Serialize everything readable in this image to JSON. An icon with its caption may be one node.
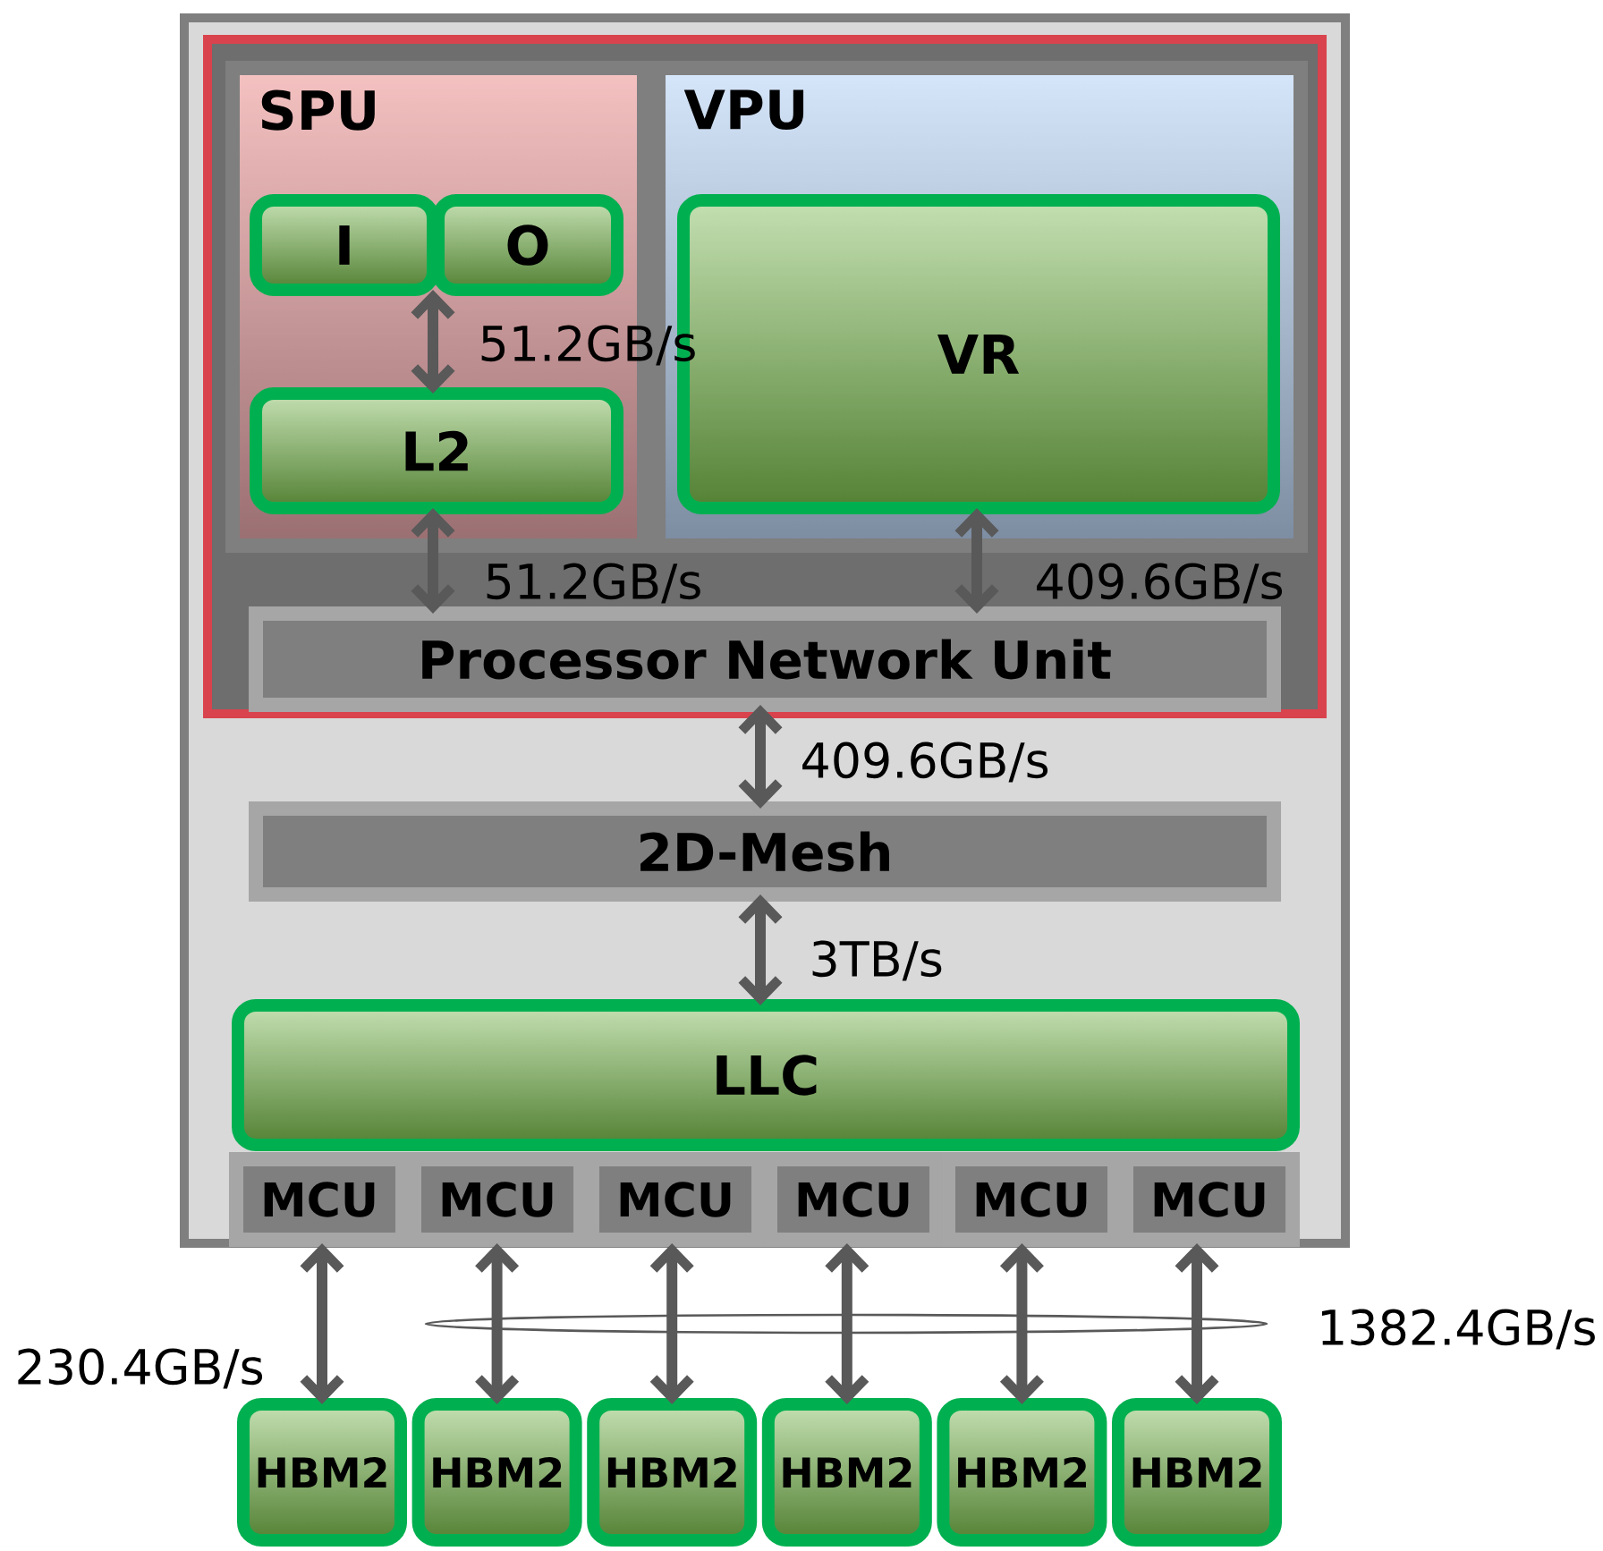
{
  "diagram": {
    "nodes": [
      {
        "text": [],
        "shape": "box"
      },
      {
        "text": [],
        "shape": "box",
        "in": 0
      },
      {
        "text": [
          "SPU"
        ],
        "in": 1
      },
      {
        "text": [
          "I"
        ],
        "in": 2
      },
      {
        "text": [
          "O"
        ],
        "in": 2
      },
      {
        "text": [
          "L2"
        ],
        "in": 2
      },
      {
        "text": [
          "VPU"
        ],
        "in": 1
      },
      {
        "text": [
          "VR"
        ],
        "in": 6
      },
      {
        "text": [
          "Processor Network Unit"
        ],
        "in": 1
      },
      {
        "text": [
          "2D-Mesh"
        ],
        "in": 0
      },
      {
        "text": [
          "LLC"
        ],
        "in": 0
      },
      {
        "text": [
          "MCU"
        ],
        "in": 0
      },
      {
        "text": [
          "MCU"
        ],
        "in": 0
      },
      {
        "text": [
          "MCU"
        ],
        "in": 0
      },
      {
        "text": [
          "MCU"
        ],
        "in": 0
      },
      {
        "text": [
          "MCU"
        ],
        "in": 0
      },
      {
        "text": [
          "MCU"
        ],
        "in": 0
      },
      {
        "text": [
          "HBM2"
        ]
      },
      {
        "text": [
          "HBM2"
        ]
      },
      {
        "text": [
          "HBM2"
        ]
      },
      {
        "text": [
          "HBM2"
        ]
      },
      {
        "text": [
          "HBM2"
        ]
      },
      {
        "text": [
          "HBM2"
        ]
      }
    ],
    "edges": [
      {
        "from": 3,
        "to": 5,
        "arrow": "both",
        "label": "51.2GB/s"
      },
      {
        "from": 5,
        "to": 8,
        "arrow": "both",
        "label": "51.2GB/s"
      },
      {
        "from": 7,
        "to": 8,
        "arrow": "both",
        "label": "409.6GB/s"
      },
      {
        "from": 8,
        "to": 9,
        "arrow": "both",
        "label": "409.6GB/s"
      },
      {
        "from": 9,
        "to": 10,
        "arrow": "both",
        "label": "3TB/s"
      },
      {
        "from": 11,
        "to": 17,
        "arrow": "both",
        "label": "230.4GB/s"
      },
      {
        "from": 12,
        "to": 18,
        "arrow": "both"
      },
      {
        "from": 13,
        "to": 19,
        "arrow": "both"
      },
      {
        "from": 14,
        "to": 20,
        "arrow": "both"
      },
      {
        "from": 15,
        "to": 21,
        "arrow": "both"
      },
      {
        "from": 16,
        "to": 22,
        "arrow": "both"
      }
    ],
    "labels": [
      "1382.4GB/s"
    ]
  }
}
